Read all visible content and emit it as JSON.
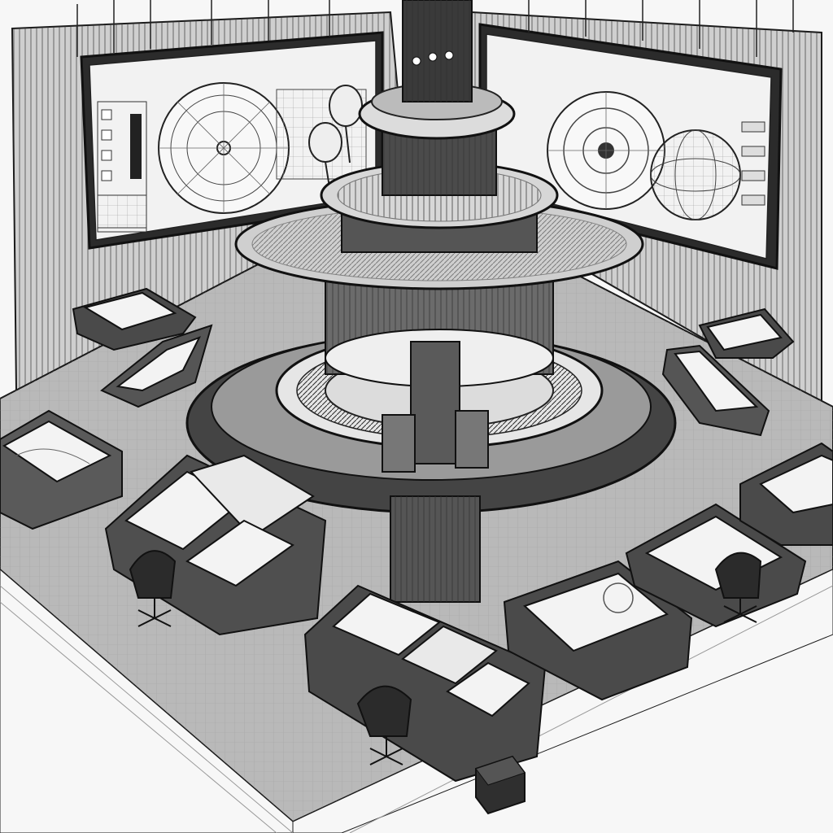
{
  "scene": {
    "palette": {
      "ink": "#1b1b1b",
      "dark": "#3a3a3a",
      "mid": "#8a8a8a",
      "light": "#d9d9d9",
      "paper": "#f7f7f7"
    },
    "elements": [
      "left-wall-display",
      "right-wall-display",
      "central-reactor-core",
      "control-console",
      "operator-chair",
      "radar-dish-icon"
    ],
    "left_screen_title": "",
    "right_screen_title": ""
  }
}
